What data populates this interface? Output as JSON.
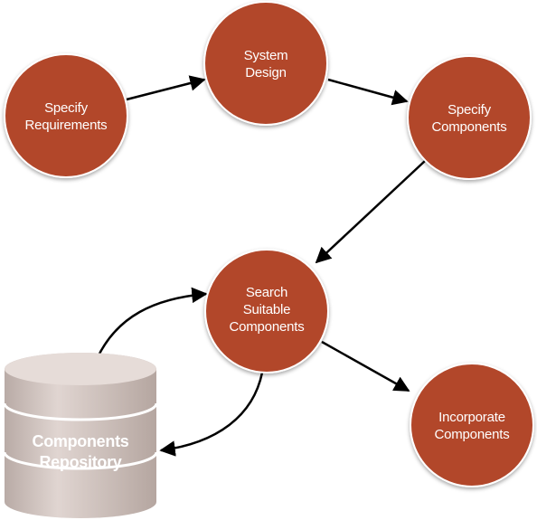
{
  "colors": {
    "node_fill": "#b2462c",
    "node_stroke": "#ffffff",
    "arrow": "#000000",
    "repo_fill_top": "#e2d6d2",
    "repo_fill_side": "#cfc1bc",
    "repo_band": "#b9aaa4"
  },
  "nodes": {
    "specify_requirements": {
      "line1": "Specify",
      "line2": "Requirements"
    },
    "system_design": {
      "line1": "System",
      "line2": "Design"
    },
    "specify_components": {
      "line1": "Specify",
      "line2": "Components"
    },
    "search_suitable_components": {
      "line1": "Search",
      "line2": "Suitable",
      "line3": "Components"
    },
    "incorporate_components": {
      "line1": "Incorporate",
      "line2": "Components"
    }
  },
  "repository": {
    "line1": "Components",
    "line2": "Repository"
  },
  "edges": [
    {
      "from": "specify_requirements",
      "to": "system_design"
    },
    {
      "from": "system_design",
      "to": "specify_components"
    },
    {
      "from": "specify_components",
      "to": "search_suitable_components"
    },
    {
      "from": "components_repository",
      "to": "search_suitable_components"
    },
    {
      "from": "search_suitable_components",
      "to": "components_repository"
    },
    {
      "from": "search_suitable_components",
      "to": "incorporate_components"
    }
  ]
}
